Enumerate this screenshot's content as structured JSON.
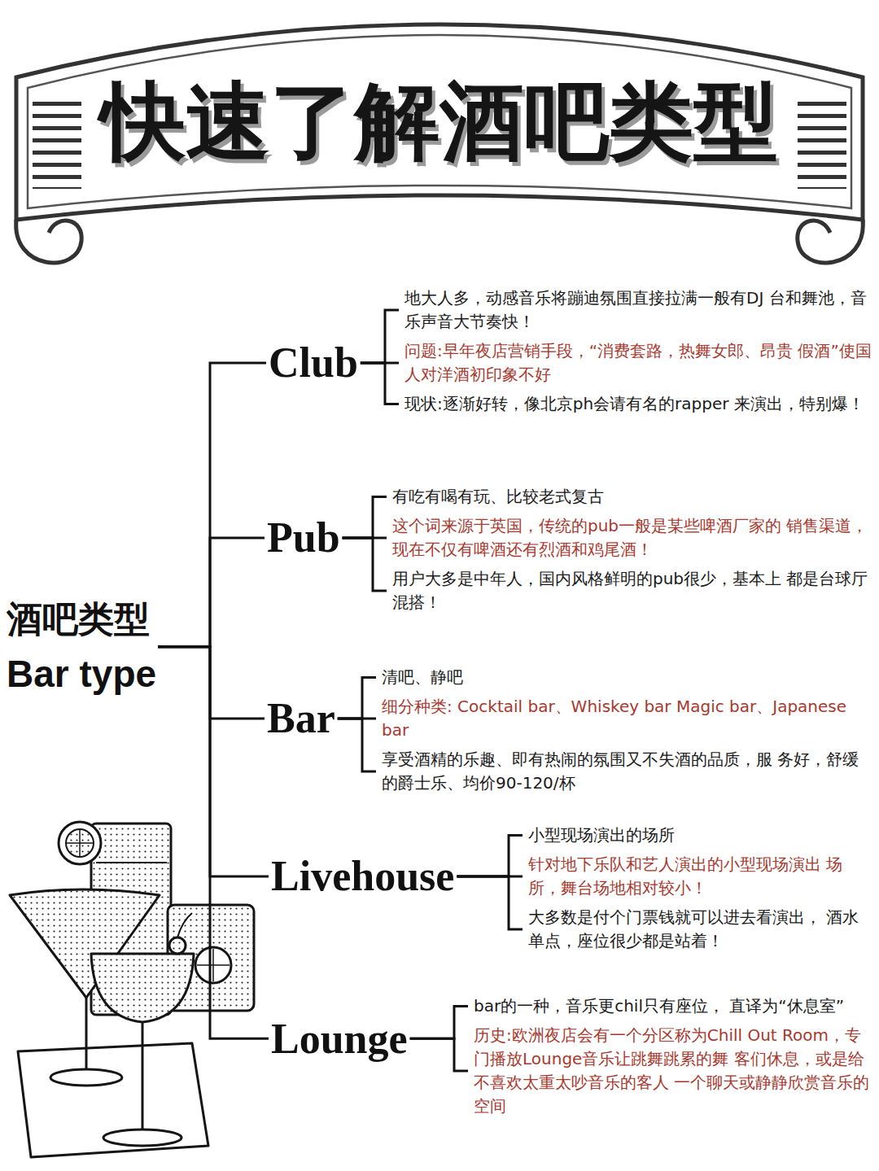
{
  "diagram": {
    "title": "快速了解酒吧类型",
    "nodes": [
      {
        "text": [
          "酒吧类型",
          "Bar type"
        ]
      },
      {
        "text": [
          "Club"
        ]
      },
      {
        "text": [
          "地大人多，动感音乐将蹦迪氛围直接拉满一般有DJ 台和舞池，音乐声音大节奏快！"
        ]
      },
      {
        "text": [
          "问题:早年夜店营销手段，“消费套路，热舞女郎、昂贵 假酒”使国人对洋酒初印象不好"
        ]
      },
      {
        "text": [
          "现状:逐渐好转，像北京ph会请有名的rapper 来演出，特别爆！"
        ]
      },
      {
        "text": [
          "Pub"
        ]
      },
      {
        "text": [
          "有吃有喝有玩、比较老式复古"
        ]
      },
      {
        "text": [
          "这个词来源于英国，传统的pub一般是某些啤酒厂家的 销售渠道，现在不仅有啤酒还有烈酒和鸡尾酒！"
        ]
      },
      {
        "text": [
          "用户大多是中年人，国内风格鲜明的pub很少，基本上 都是台球厅混搭！"
        ]
      },
      {
        "text": [
          "Bar"
        ]
      },
      {
        "text": [
          "清吧、静吧"
        ]
      },
      {
        "text": [
          "细分种类: Cocktail bar、Whiskey bar Magic bar、Japanese bar"
        ]
      },
      {
        "text": [
          "享受酒精的乐趣、即有热闹的氛围又不失酒的品质，服 务好，舒缓的爵士乐、均价90-120/杯"
        ]
      },
      {
        "text": [
          "Livehouse"
        ]
      },
      {
        "text": [
          "小型现场演出的场所"
        ]
      },
      {
        "text": [
          "针对地下乐队和艺人演出的小型现场演出 场所，舞台场地相对较小！"
        ]
      },
      {
        "text": [
          "大多数是付个门票钱就可以进去看演出， 酒水单点，座位很少都是站着！"
        ]
      },
      {
        "text": [
          "Lounge"
        ]
      },
      {
        "text": [
          "bar的一种，音乐更chil只有座位， 直译为“休息室”"
        ]
      },
      {
        "text": [
          "历史:欧洲夜店会有一个分区称为Chill Out Room，专门播放Lounge音乐让跳舞跳累的舞 客们休息，或是给不喜欢太重太吵音乐的客人 一个聊天或静静欣赏音乐的空间"
        ]
      }
    ],
    "edges": [
      {
        "from": 0,
        "to": 1,
        "arrow": "none"
      },
      {
        "from": 0,
        "to": 5,
        "arrow": "none"
      },
      {
        "from": 0,
        "to": 9,
        "arrow": "none"
      },
      {
        "from": 0,
        "to": 13,
        "arrow": "none"
      },
      {
        "from": 0,
        "to": 17,
        "arrow": "none"
      },
      {
        "from": 1,
        "to": 2,
        "arrow": "none"
      },
      {
        "from": 1,
        "to": 3,
        "arrow": "none"
      },
      {
        "from": 1,
        "to": 4,
        "arrow": "none"
      },
      {
        "from": 5,
        "to": 6,
        "arrow": "none"
      },
      {
        "from": 5,
        "to": 7,
        "arrow": "none"
      },
      {
        "from": 5,
        "to": 8,
        "arrow": "none"
      },
      {
        "from": 9,
        "to": 10,
        "arrow": "none"
      },
      {
        "from": 9,
        "to": 11,
        "arrow": "none"
      },
      {
        "from": 9,
        "to": 12,
        "arrow": "none"
      },
      {
        "from": 13,
        "to": 14,
        "arrow": "none"
      },
      {
        "from": 13,
        "to": 15,
        "arrow": "none"
      },
      {
        "from": 13,
        "to": 16,
        "arrow": "none"
      },
      {
        "from": 17,
        "to": 18,
        "arrow": "none"
      },
      {
        "from": 17,
        "to": 19,
        "arrow": "none"
      }
    ]
  }
}
